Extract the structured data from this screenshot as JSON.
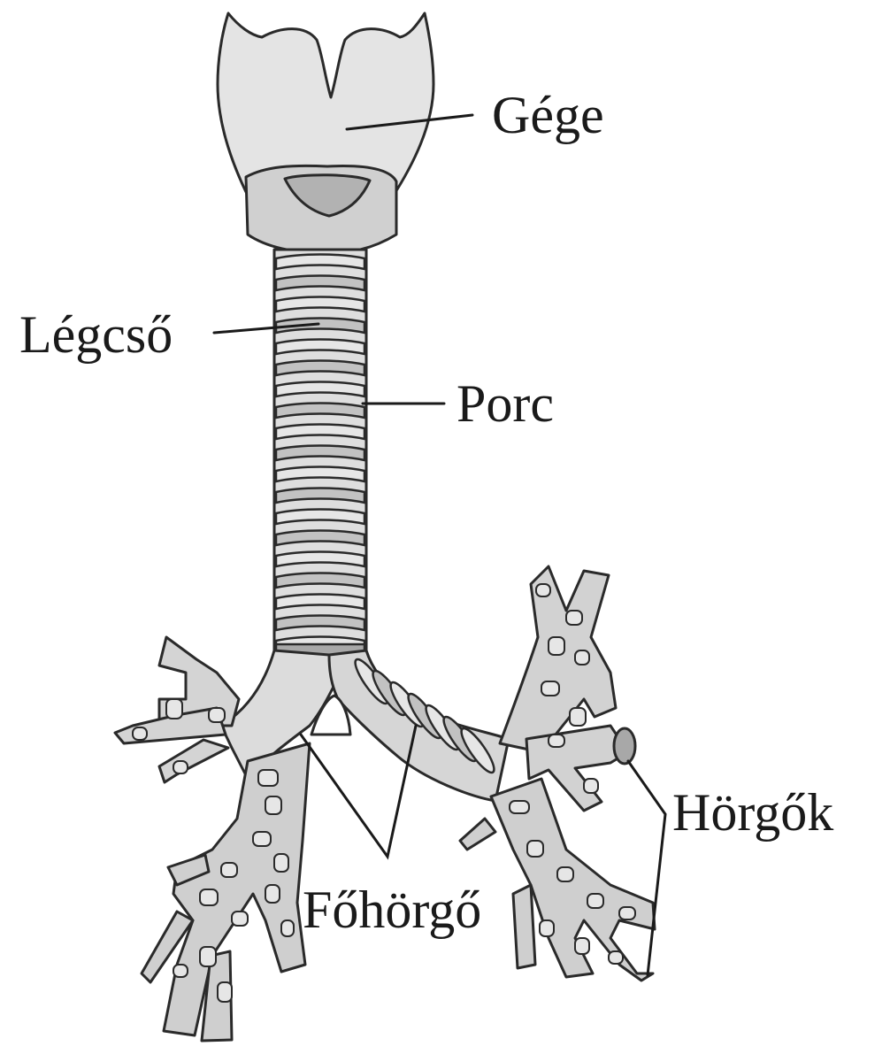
{
  "labels": {
    "larynx": "Gége",
    "trachea": "Légcső",
    "cartilage": "Porc",
    "bronchi": "Hörgők",
    "main_bronchus": "Főhörgő"
  },
  "colors": {
    "tissue_light": "#e6e6e6",
    "tissue_mid": "#c2c2c2",
    "tissue_dark": "#a8a8a8",
    "outline": "#2a2a2a"
  }
}
